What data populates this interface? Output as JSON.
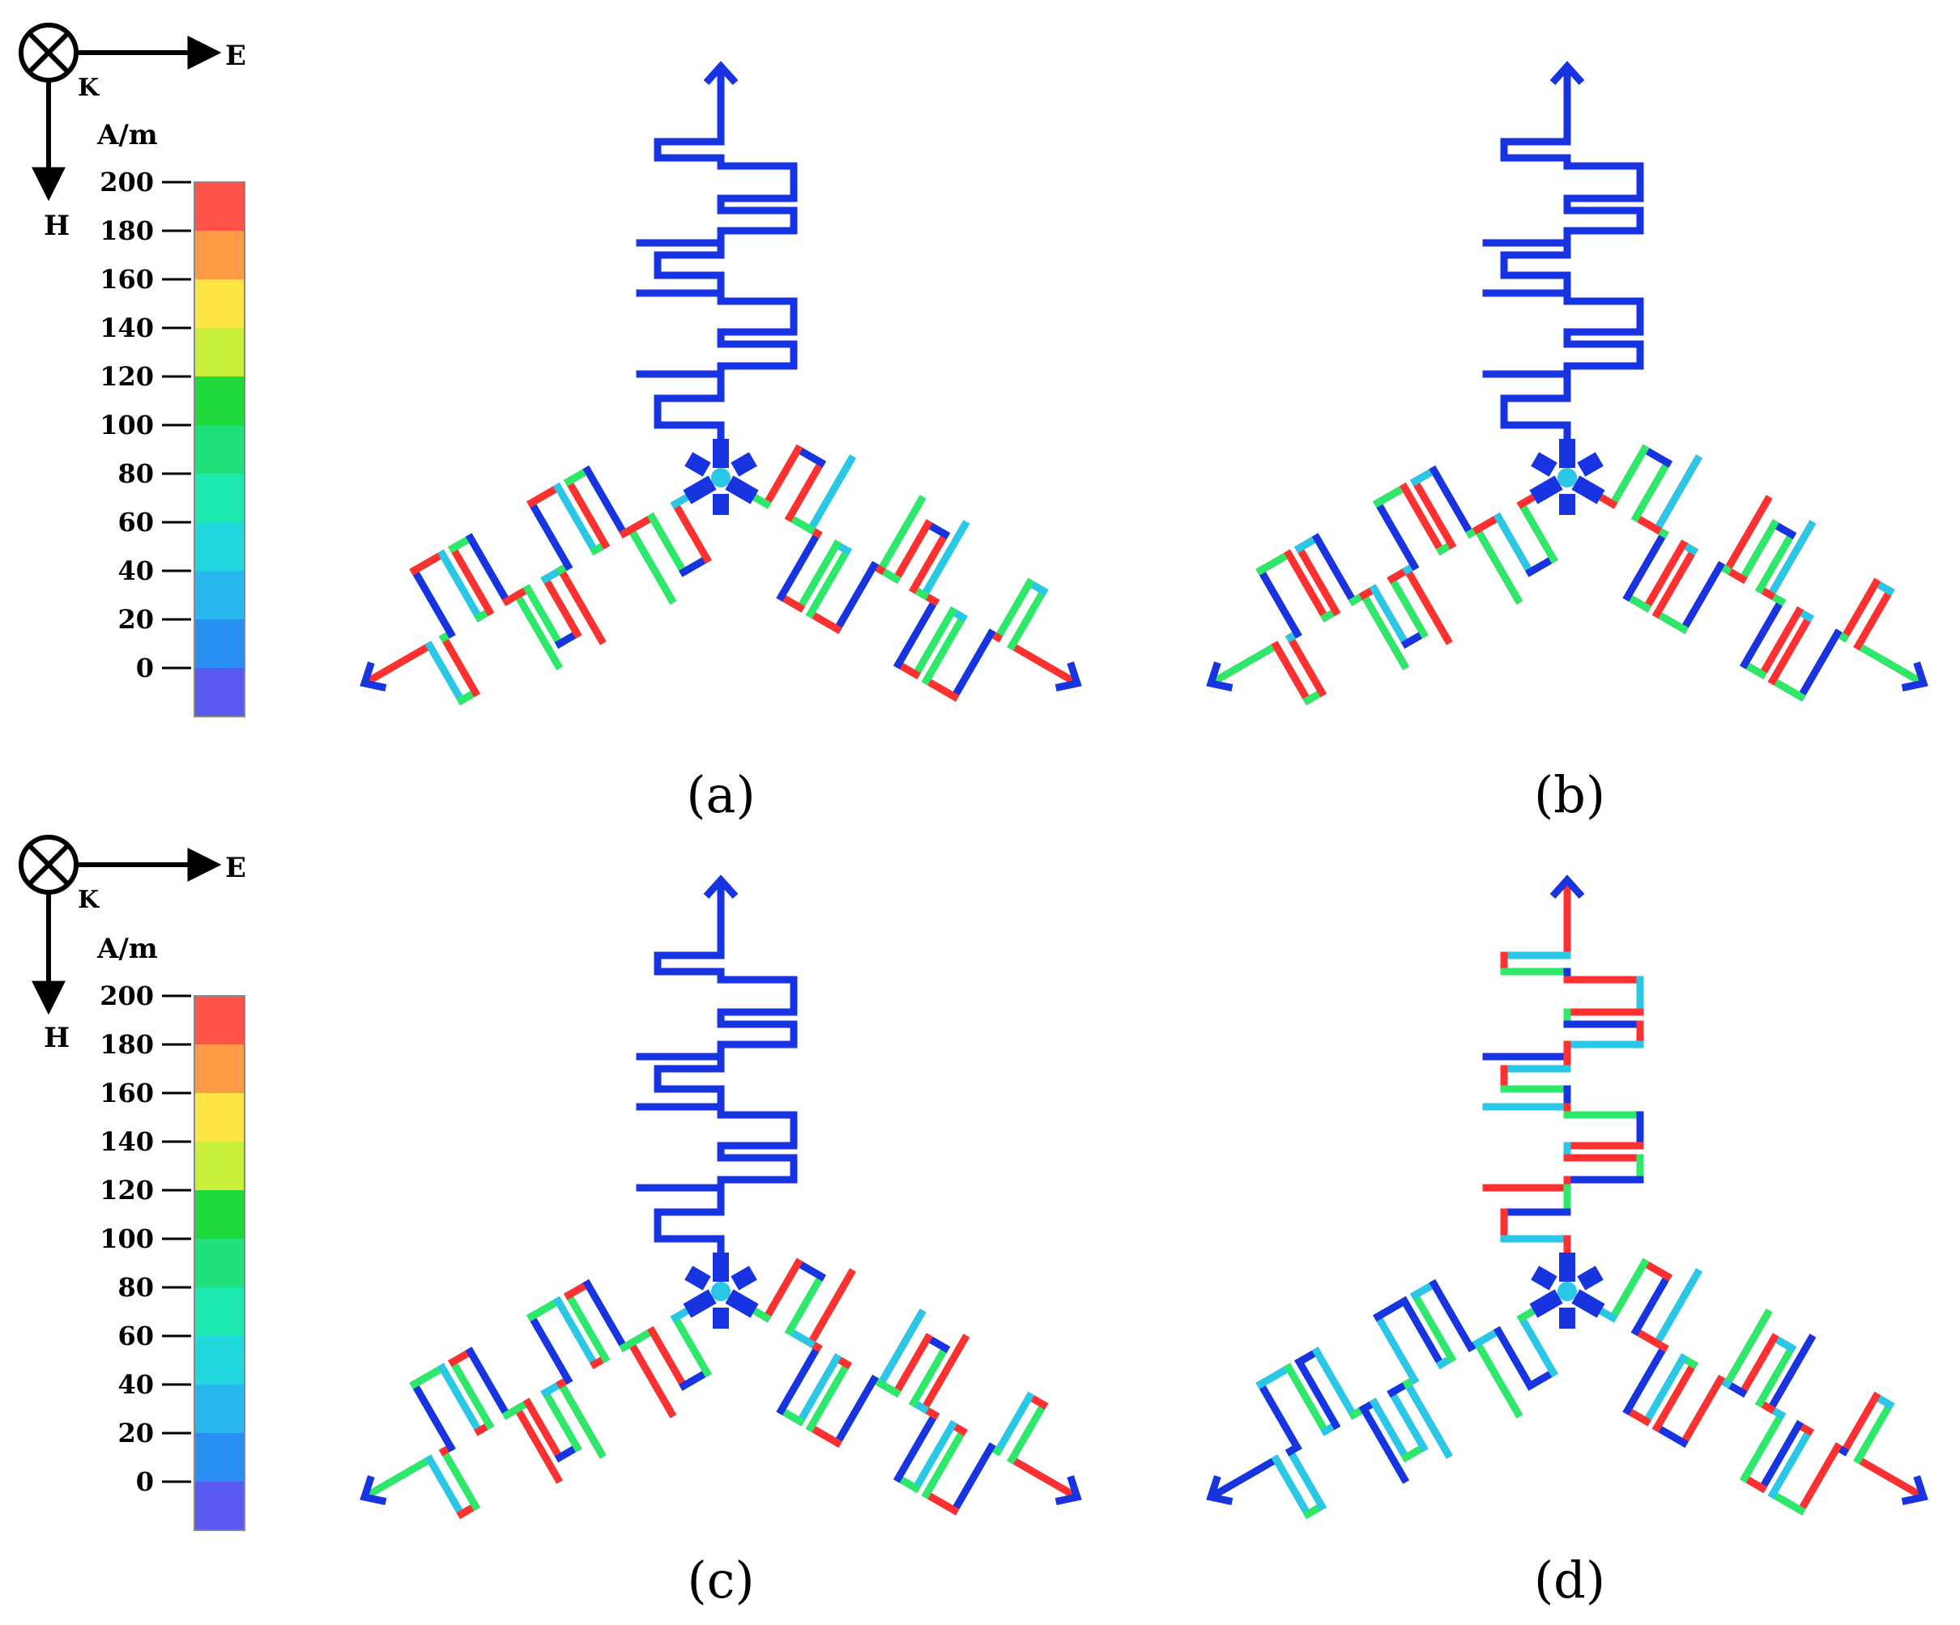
{
  "axes_indicator": {
    "e_label": "E",
    "h_label": "H",
    "k_label": "K"
  },
  "legend": {
    "unit": "A/m",
    "ticks": [
      "200",
      "180",
      "160",
      "140",
      "120",
      "100",
      "80",
      "60",
      "40",
      "20",
      "0"
    ],
    "colors": [
      "#ff5349",
      "#ff9a45",
      "#ffe543",
      "#c8f03a",
      "#1fd93a",
      "#1fe07a",
      "#1de8b0",
      "#22d8df",
      "#2ab7f0",
      "#2a8ff2",
      "#5a5af0"
    ]
  },
  "panels": [
    {
      "caption": "(a)",
      "arm_colors": {
        "top": "#1833e0",
        "left": "mixed",
        "right": "mixed"
      }
    },
    {
      "caption": "(b)",
      "arm_colors": {
        "top": "#1833e0",
        "left": "mixed",
        "right": "mixed"
      }
    },
    {
      "caption": "(c)",
      "arm_colors": {
        "top": "#1833e0",
        "left": "mixed",
        "right": "mixed"
      }
    },
    {
      "caption": "(d)",
      "arm_colors": {
        "top": "mixed",
        "left": "mixed",
        "right": "mixed"
      }
    }
  ],
  "colors": {
    "structure_blue": "#1833e0",
    "high": "#ff3030",
    "mid": "#2ee86a",
    "low": "#2ac7e6"
  }
}
